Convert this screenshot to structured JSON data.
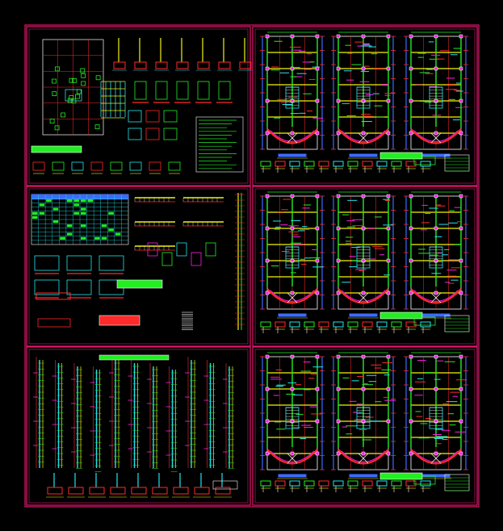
{
  "drawing": {
    "background": "#000000",
    "colors": {
      "frame": "#e0186c",
      "green": "#22ee22",
      "cyan": "#22e6ee",
      "yellow": "#f2f20a",
      "red": "#ff2a2a",
      "magenta": "#ff1ee6",
      "blue": "#3a6cff",
      "white": "#ffffff"
    },
    "sheets": [
      {
        "id": "foundation-details",
        "kind": "details"
      },
      {
        "id": "floor-plans-top",
        "kind": "plans"
      },
      {
        "id": "schedule-details",
        "kind": "schedule"
      },
      {
        "id": "floor-plans-middle",
        "kind": "plans"
      },
      {
        "id": "column-elevations",
        "kind": "columns"
      },
      {
        "id": "floor-plans-bottom",
        "kind": "plans"
      }
    ]
  }
}
